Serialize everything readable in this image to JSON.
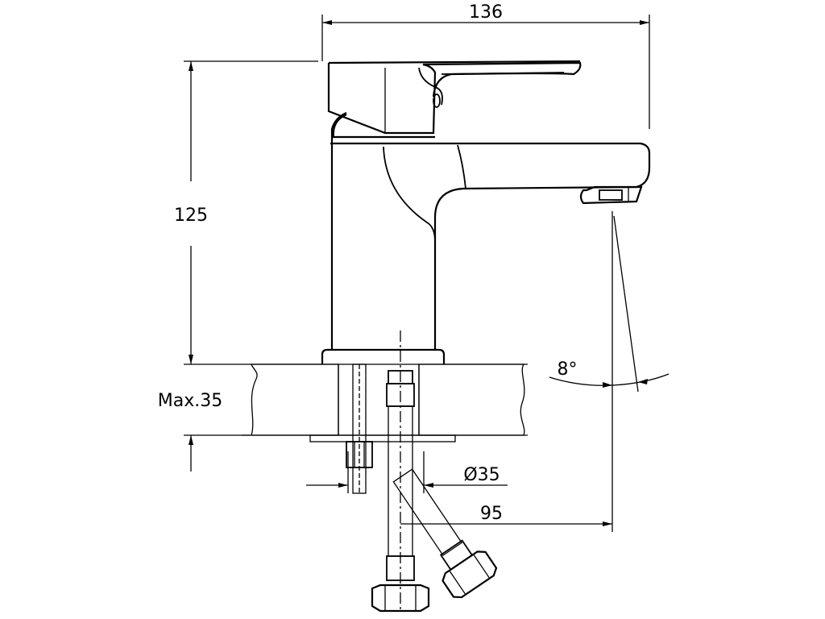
{
  "dimensions": {
    "width_label": "136",
    "height_label": "125",
    "max_thickness_label": "Max.35",
    "hole_diameter_label": "Ø35",
    "reach_label": "95",
    "angle_label": "8°"
  },
  "colors": {
    "line": "#000000",
    "background": "#ffffff"
  }
}
